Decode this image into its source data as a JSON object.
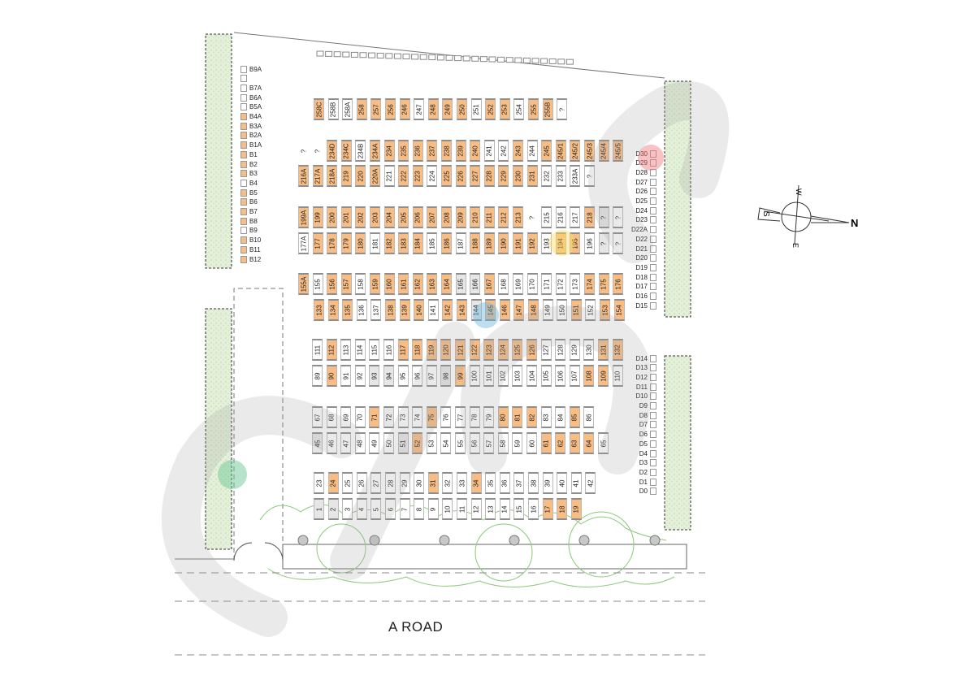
{
  "road_label": "A ROAD",
  "compass": {
    "north": "N",
    "south": "S",
    "east": "E",
    "west": "W"
  },
  "colors": {
    "occupied": "#f8bd84",
    "vacant": "#ffffff",
    "hedge": "#e3efd9",
    "highlight_red": "#f28b8b",
    "highlight_yellow": "#fbe27a",
    "highlight_blue": "#7fbde0",
    "highlight_green": "#7fcfa0"
  },
  "rows": [
    {
      "units": [
        [
          "258C",
          "o"
        ],
        [
          "258B",
          "w"
        ],
        [
          "258A",
          "w"
        ],
        [
          "258",
          "o"
        ],
        [
          "257",
          "o"
        ],
        [
          "256",
          "o"
        ],
        [
          "246",
          "o"
        ],
        [
          "247",
          "w"
        ],
        [
          "248",
          "o"
        ],
        [
          "249",
          "o"
        ],
        [
          "250",
          "o"
        ],
        [
          "251",
          "w"
        ],
        [
          "252",
          "o"
        ],
        [
          "253",
          "o"
        ],
        [
          "254",
          "w"
        ],
        [
          "255",
          "o"
        ],
        [
          "255B",
          "o"
        ],
        [
          "?",
          "w"
        ]
      ]
    },
    {
      "units": [
        [
          "?",
          "t"
        ],
        [
          "?",
          "t"
        ],
        [
          "234D",
          "o"
        ],
        [
          "234C",
          "o"
        ],
        [
          "234B",
          "w"
        ],
        [
          "234A",
          "o"
        ],
        [
          "234",
          "o"
        ],
        [
          "235",
          "o"
        ],
        [
          "236",
          "o"
        ],
        [
          "237",
          "o"
        ],
        [
          "238",
          "o"
        ],
        [
          "239",
          "o"
        ],
        [
          "240",
          "o"
        ],
        [
          "241",
          "w"
        ],
        [
          "242",
          "w"
        ],
        [
          "243",
          "o"
        ],
        [
          "244",
          "w"
        ],
        [
          "245",
          "o"
        ],
        [
          "245/1",
          "o"
        ],
        [
          "245/2",
          "o"
        ],
        [
          "245/3",
          "o"
        ],
        [
          "245/4",
          "o"
        ],
        [
          "245/5",
          "o"
        ]
      ]
    },
    {
      "units": [
        [
          "216A",
          "o"
        ],
        [
          "217A",
          "o"
        ],
        [
          "218A",
          "o"
        ],
        [
          "219",
          "o"
        ],
        [
          "220",
          "o"
        ],
        [
          "220A",
          "o"
        ],
        [
          "221",
          "w"
        ],
        [
          "222",
          "o"
        ],
        [
          "223",
          "o"
        ],
        [
          "224",
          "w"
        ],
        [
          "225",
          "o"
        ],
        [
          "226",
          "o"
        ],
        [
          "227",
          "o"
        ],
        [
          "228",
          "o"
        ],
        [
          "229",
          "o"
        ],
        [
          "230",
          "o"
        ],
        [
          "231",
          "o"
        ],
        [
          "232",
          "w"
        ],
        [
          "233",
          "w"
        ],
        [
          "233A",
          "w"
        ],
        [
          "?",
          "w"
        ]
      ]
    },
    {
      "units": [
        [
          "199A",
          "o"
        ],
        [
          "199",
          "o"
        ],
        [
          "200",
          "o"
        ],
        [
          "201",
          "o"
        ],
        [
          "202",
          "o"
        ],
        [
          "203",
          "o"
        ],
        [
          "204",
          "o"
        ],
        [
          "205",
          "o"
        ],
        [
          "206",
          "o"
        ],
        [
          "207",
          "o"
        ],
        [
          "208",
          "o"
        ],
        [
          "209",
          "o"
        ],
        [
          "210",
          "o"
        ],
        [
          "211",
          "o"
        ],
        [
          "212",
          "o"
        ],
        [
          "213",
          "o"
        ],
        [
          "?",
          "t"
        ],
        [
          "215",
          "w"
        ],
        [
          "216",
          "w"
        ],
        [
          "217",
          "w"
        ],
        [
          "218",
          "o"
        ],
        [
          "?",
          "g"
        ],
        [
          "?",
          "w"
        ]
      ]
    },
    {
      "units": [
        [
          "177A",
          "w"
        ],
        [
          "177",
          "o"
        ],
        [
          "178",
          "o"
        ],
        [
          "179",
          "o"
        ],
        [
          "180",
          "o"
        ],
        [
          "181",
          "w"
        ],
        [
          "182",
          "o"
        ],
        [
          "183",
          "o"
        ],
        [
          "184",
          "o"
        ],
        [
          "185",
          "w"
        ],
        [
          "186",
          "o"
        ],
        [
          "187",
          "w"
        ],
        [
          "188",
          "o"
        ],
        [
          "189",
          "o"
        ],
        [
          "190",
          "o"
        ],
        [
          "191",
          "o"
        ],
        [
          "192",
          "o"
        ],
        [
          "193",
          "w"
        ],
        [
          "194",
          "o"
        ],
        [
          "195",
          "o"
        ],
        [
          "196",
          "w"
        ],
        [
          "?",
          "g"
        ],
        [
          "?",
          "w"
        ]
      ]
    },
    {
      "units": [
        [
          "155A",
          "o"
        ],
        [
          "155",
          "w"
        ],
        [
          "156",
          "o"
        ],
        [
          "157",
          "o"
        ],
        [
          "158",
          "w"
        ],
        [
          "159",
          "o"
        ],
        [
          "160",
          "o"
        ],
        [
          "161",
          "o"
        ],
        [
          "162",
          "o"
        ],
        [
          "163",
          "o"
        ],
        [
          "164",
          "o"
        ],
        [
          "165",
          "g"
        ],
        [
          "166",
          "g"
        ],
        [
          "167",
          "o"
        ],
        [
          "168",
          "w"
        ],
        [
          "169",
          "w"
        ],
        [
          "170",
          "w"
        ],
        [
          "171",
          "w"
        ],
        [
          "172",
          "w"
        ],
        [
          "173",
          "w"
        ],
        [
          "174",
          "o"
        ],
        [
          "175",
          "o"
        ],
        [
          "176",
          "o"
        ]
      ]
    },
    {
      "units": [
        [
          "133",
          "o"
        ],
        [
          "134",
          "o"
        ],
        [
          "135",
          "o"
        ],
        [
          "136",
          "w"
        ],
        [
          "137",
          "w"
        ],
        [
          "138",
          "o"
        ],
        [
          "139",
          "o"
        ],
        [
          "140",
          "o"
        ],
        [
          "141",
          "w"
        ],
        [
          "142",
          "o"
        ],
        [
          "143",
          "o"
        ],
        [
          "144",
          "g"
        ],
        [
          "145",
          "o"
        ],
        [
          "146",
          "o"
        ],
        [
          "147",
          "o"
        ],
        [
          "148",
          "o"
        ],
        [
          "149",
          "w"
        ],
        [
          "150",
          "w"
        ],
        [
          "151",
          "o"
        ],
        [
          "152",
          "w"
        ],
        [
          "153",
          "o"
        ],
        [
          "154",
          "o"
        ]
      ]
    },
    {
      "units": [
        [
          "111",
          "w"
        ],
        [
          "112",
          "o"
        ],
        [
          "113",
          "w"
        ],
        [
          "114",
          "w"
        ],
        [
          "115",
          "w"
        ],
        [
          "116",
          "w"
        ],
        [
          "117",
          "o"
        ],
        [
          "118",
          "o"
        ],
        [
          "119",
          "o"
        ],
        [
          "120",
          "o"
        ],
        [
          "121",
          "o"
        ],
        [
          "122",
          "o"
        ],
        [
          "123",
          "o"
        ],
        [
          "124",
          "o"
        ],
        [
          "125",
          "o"
        ],
        [
          "126",
          "o"
        ],
        [
          "127",
          "w"
        ],
        [
          "128",
          "w"
        ],
        [
          "129",
          "w"
        ],
        [
          "130",
          "w"
        ],
        [
          "131",
          "o"
        ],
        [
          "132",
          "o"
        ]
      ]
    },
    {
      "units": [
        [
          "89",
          "w"
        ],
        [
          "90",
          "o"
        ],
        [
          "91",
          "w"
        ],
        [
          "92",
          "w"
        ],
        [
          "93",
          "g"
        ],
        [
          "94",
          "g"
        ],
        [
          "95",
          "w"
        ],
        [
          "96",
          "w"
        ],
        [
          "97",
          "w"
        ],
        [
          "98",
          "g"
        ],
        [
          "99",
          "o"
        ],
        [
          "100",
          "w"
        ],
        [
          "101",
          "w"
        ],
        [
          "102",
          "w"
        ],
        [
          "103",
          "w"
        ],
        [
          "104",
          "w"
        ],
        [
          "105",
          "w"
        ],
        [
          "106",
          "w"
        ],
        [
          "107",
          "w"
        ],
        [
          "108",
          "o"
        ],
        [
          "109",
          "o"
        ],
        [
          "110",
          "w"
        ]
      ]
    },
    {
      "units": [
        [
          "67",
          "w"
        ],
        [
          "68",
          "w"
        ],
        [
          "69",
          "w"
        ],
        [
          "70",
          "w"
        ],
        [
          "71",
          "o"
        ],
        [
          "72",
          "g"
        ],
        [
          "73",
          "w"
        ],
        [
          "74",
          "w"
        ],
        [
          "75",
          "o"
        ],
        [
          "76",
          "w"
        ],
        [
          "77",
          "w"
        ],
        [
          "78",
          "w"
        ],
        [
          "79",
          "w"
        ],
        [
          "80",
          "o"
        ],
        [
          "81",
          "o"
        ],
        [
          "82",
          "o"
        ],
        [
          "83",
          "w"
        ],
        [
          "84",
          "w"
        ],
        [
          "85",
          "o"
        ],
        [
          "86",
          "w"
        ]
      ]
    },
    {
      "units": [
        [
          "45",
          "g"
        ],
        [
          "46",
          "w"
        ],
        [
          "47",
          "w"
        ],
        [
          "48",
          "w"
        ],
        [
          "49",
          "w"
        ],
        [
          "50",
          "w"
        ],
        [
          "51",
          "g"
        ],
        [
          "52",
          "o"
        ],
        [
          "53",
          "w"
        ],
        [
          "54",
          "w"
        ],
        [
          "55",
          "w"
        ],
        [
          "56",
          "w"
        ],
        [
          "57",
          "w"
        ],
        [
          "58",
          "w"
        ],
        [
          "59",
          "w"
        ],
        [
          "60",
          "w"
        ],
        [
          "61",
          "o"
        ],
        [
          "62",
          "o"
        ],
        [
          "63",
          "o"
        ],
        [
          "64",
          "o"
        ],
        [
          "65",
          "w"
        ]
      ]
    },
    {
      "units": [
        [
          "23",
          "w"
        ],
        [
          "24",
          "o"
        ],
        [
          "25",
          "w"
        ],
        [
          "26",
          "w"
        ],
        [
          "27",
          "w"
        ],
        [
          "28",
          "w"
        ],
        [
          "29",
          "w"
        ],
        [
          "30",
          "w"
        ],
        [
          "31",
          "o"
        ],
        [
          "32",
          "w"
        ],
        [
          "33",
          "w"
        ],
        [
          "34",
          "o"
        ],
        [
          "35",
          "w"
        ],
        [
          "36",
          "w"
        ],
        [
          "37",
          "w"
        ],
        [
          "38",
          "w"
        ],
        [
          "39",
          "w"
        ],
        [
          "40",
          "w"
        ],
        [
          "41",
          "w"
        ],
        [
          "42",
          "w"
        ]
      ]
    },
    {
      "units": [
        [
          "1",
          "g"
        ],
        [
          "2",
          "g"
        ],
        [
          "3",
          "w"
        ],
        [
          "4",
          "w"
        ],
        [
          "5",
          "w"
        ],
        [
          "6",
          "w"
        ],
        [
          "7",
          "w"
        ],
        [
          "8",
          "w"
        ],
        [
          "9",
          "w"
        ],
        [
          "10",
          "w"
        ],
        [
          "11",
          "w"
        ],
        [
          "12",
          "w"
        ],
        [
          "13",
          "w"
        ],
        [
          "14",
          "w"
        ],
        [
          "15",
          "w"
        ],
        [
          "16",
          "w"
        ],
        [
          "17",
          "o"
        ],
        [
          "18",
          "o"
        ],
        [
          "19",
          "o"
        ]
      ]
    }
  ],
  "b_list": [
    [
      "B9A",
      "w"
    ],
    [
      "",
      "w"
    ],
    [
      "B7A",
      "w"
    ],
    [
      "B6A",
      "w"
    ],
    [
      "B5A",
      "w"
    ],
    [
      "B4A",
      "o"
    ],
    [
      "B3A",
      "o"
    ],
    [
      "B2A",
      "o"
    ],
    [
      "B1A",
      "o"
    ],
    [
      "B1",
      "o"
    ],
    [
      "B2",
      "o"
    ],
    [
      "B3",
      "o"
    ],
    [
      "B4",
      "w"
    ],
    [
      "B5",
      "o"
    ],
    [
      "B6",
      "o"
    ],
    [
      "B7",
      "o"
    ],
    [
      "B8",
      "o"
    ],
    [
      "B9",
      "w"
    ],
    [
      "B10",
      "o"
    ],
    [
      "B11",
      "o"
    ],
    [
      "B12",
      "o"
    ]
  ],
  "d_list_upper": [
    "D30",
    "D29",
    "D28",
    "D27",
    "D26",
    "D25",
    "D24",
    "D23",
    "D22A",
    "D22",
    "D21",
    "D20",
    "D19",
    "D18",
    "D17",
    "D16",
    "D15"
  ],
  "d_list_lower": [
    "D14",
    "D13",
    "D12",
    "D11",
    "D10",
    "D9",
    "D8",
    "D7",
    "D6",
    "D5",
    "D4",
    "D3",
    "D2",
    "D1",
    "D0"
  ]
}
